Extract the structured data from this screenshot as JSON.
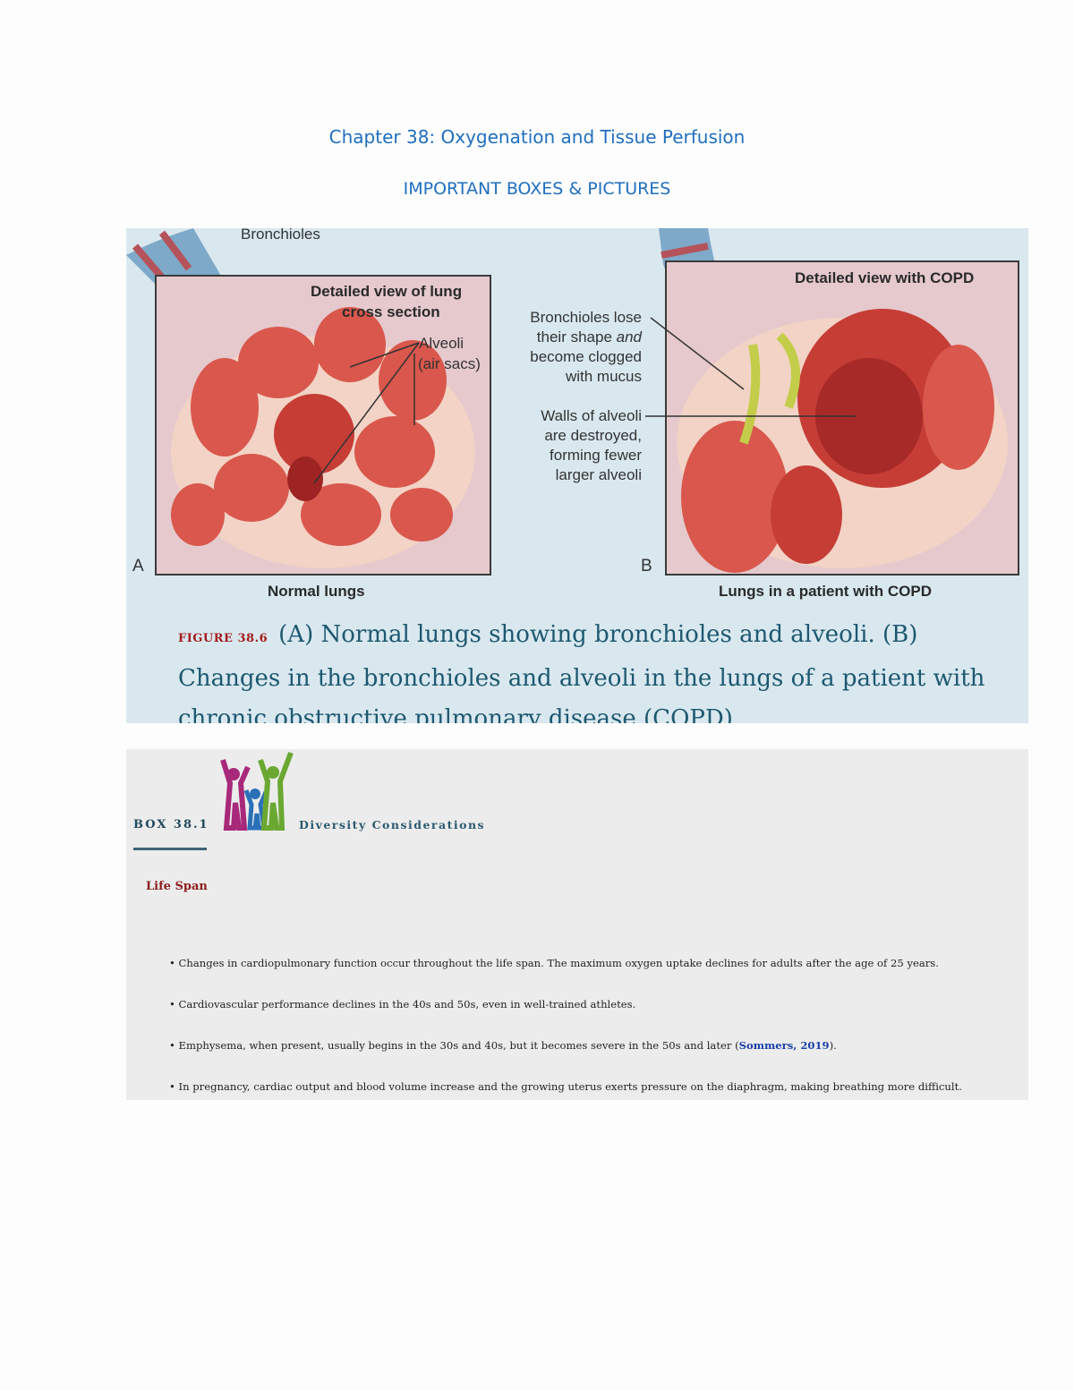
{
  "header": {
    "title": "Chapter 38: Oxygenation and Tissue Perfusion",
    "subtitle": "IMPORTANT BOXES & PICTURES"
  },
  "figure": {
    "label_bronchioles": "Bronchioles",
    "panel_a": {
      "box_title_line1": "Detailed view of lung",
      "box_title_line2": "cross section",
      "alveoli_line1": "Alveoli",
      "alveoli_line2": "(air sacs)",
      "letter": "A",
      "name": "Normal lungs"
    },
    "panel_b": {
      "box_title": "Detailed view with COPD",
      "note1_line1": "Bronchioles lose",
      "note1_line2a": "their shape ",
      "note1_line2b": "and",
      "note1_line3": "become clogged",
      "note1_line4": "with mucus",
      "note2_line1": "Walls of alveoli",
      "note2_line2": "are destroyed,",
      "note2_line3": "forming fewer",
      "note2_line4": "larger alveoli",
      "letter": "B",
      "name": "Lungs in a patient with COPD"
    },
    "caption_tag": "FIGURE 38.6",
    "caption_text": "(A) Normal lungs showing bronchioles and alveoli. (B) Changes in the bronchioles and alveoli in the lungs of a patient with chronic obstructive pulmonary disease (COPD)."
  },
  "box": {
    "number": "BOX 38.1",
    "heading": "Diversity Considerations",
    "logo_icon": "diversity-family-icon",
    "section": "Life Span",
    "bullets": [
      "• Changes in cardiopulmonary function occur throughout the life span. The maximum oxygen uptake declines for adults after the age of 25 years.",
      "• Cardiovascular performance declines in the 40s and 50s, even in well-trained athletes.",
      "• In pregnancy, cardiac output and blood volume increase and the growing uterus exerts pressure on the diaphragm, making breathing more difficult."
    ],
    "bullet3_pre": "• Emphysema, when present, usually begins in the 30s and 40s, but it becomes severe in the 50s and later (",
    "bullet3_cite": "Sommers, 2019",
    "bullet3_post": ")."
  }
}
